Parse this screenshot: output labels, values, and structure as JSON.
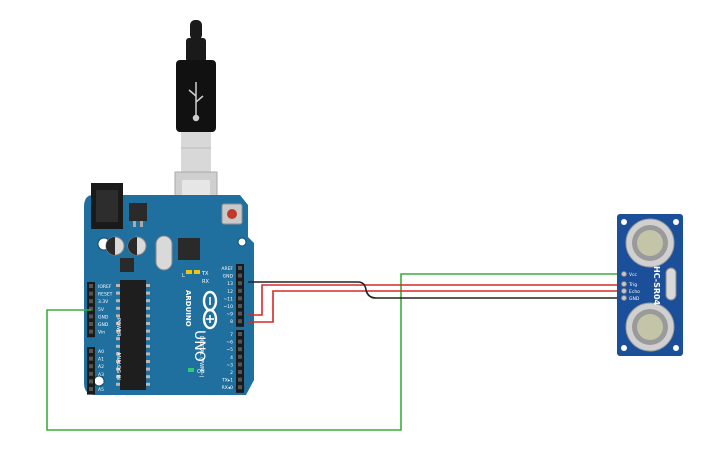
{
  "board": {
    "brand": "ARDUINO",
    "model": "UNO",
    "on_label": "ON",
    "tx_label": "TX",
    "rx_label": "RX",
    "l_label": "L",
    "power_header": [
      "IOREF",
      "RESET",
      "3.3V",
      "5V",
      "GND",
      "GND",
      "Vin"
    ],
    "power_section": "POWER",
    "analog_header": [
      "A0",
      "A1",
      "A2",
      "A3",
      "A4",
      "A5"
    ],
    "analog_section": "ANALOG IN",
    "digital_top": [
      "AREF",
      "GND",
      "13",
      "12",
      "~11",
      "~10",
      "~9",
      "8"
    ],
    "digital_bottom": [
      "7",
      "~6",
      "~5",
      "4",
      "~3",
      "2",
      "TX▸1",
      "RX◂0"
    ],
    "digital_section": "DIGITAL (PWM~)",
    "color": "#1f6f9f"
  },
  "sensor": {
    "name": "HC-SR04",
    "pins": [
      "Vcc",
      "Trig",
      "Echo",
      "GND"
    ],
    "color": "#1b4f9a"
  },
  "wires": {
    "colors": {
      "power": "#3cae3c",
      "signal": "#d62828",
      "ground": "#222222"
    }
  }
}
